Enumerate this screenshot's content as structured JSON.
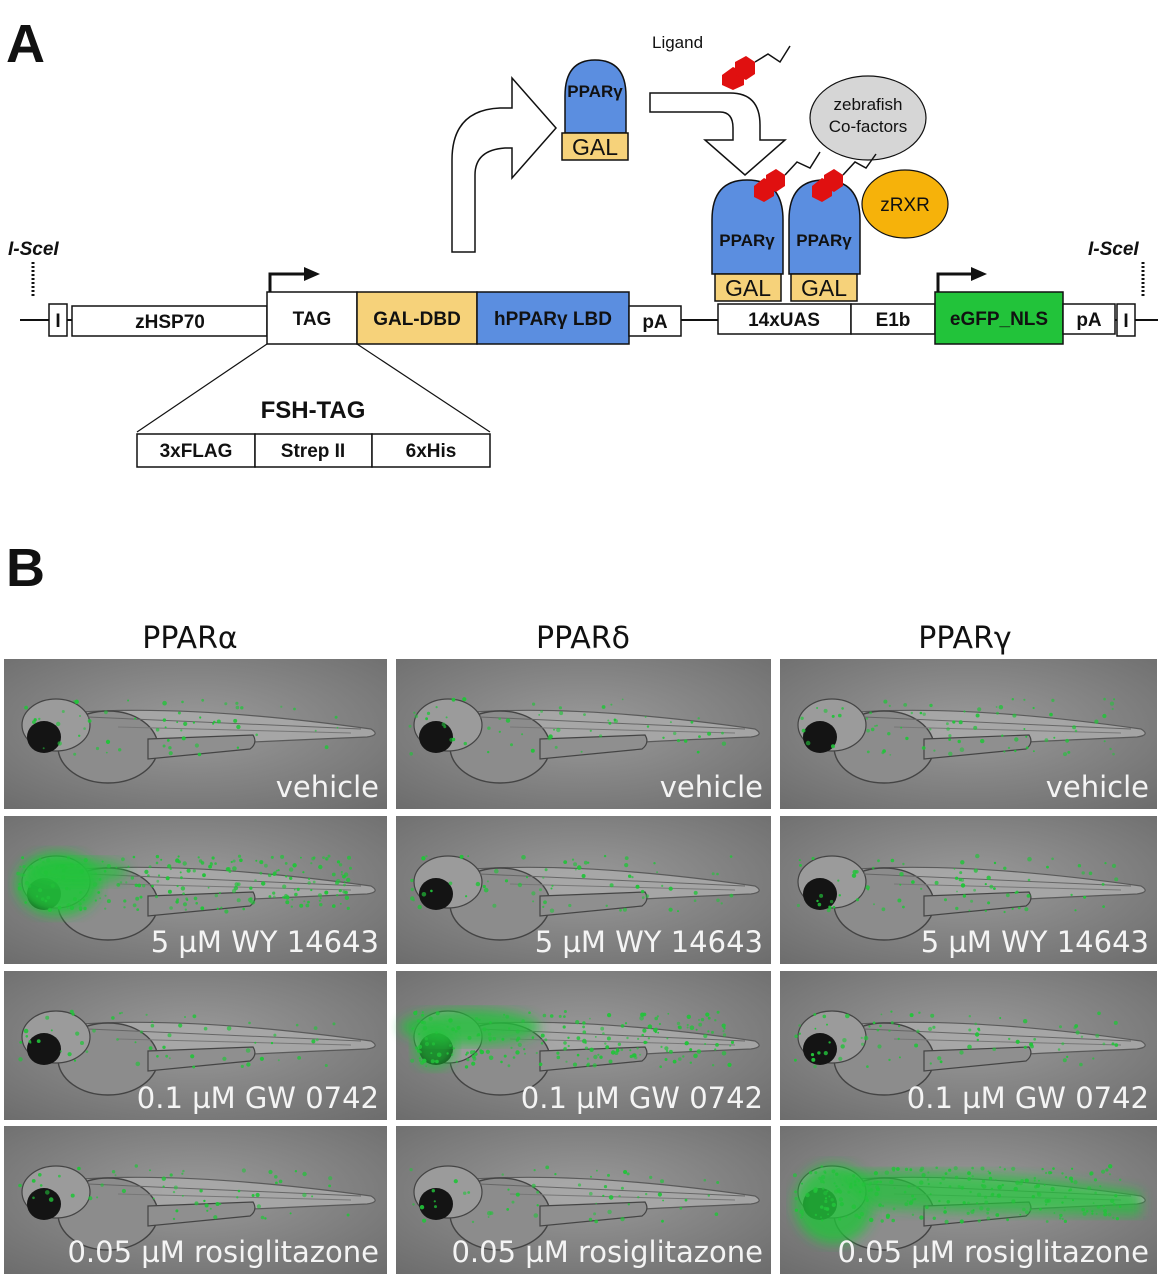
{
  "panel_a": {
    "letter": "A",
    "construct_left": {
      "site": "I-SceI",
      "boxes": [
        "I",
        "zHSP70",
        "TAG",
        "GAL-DBD",
        "hPPARγ LBD",
        "pA"
      ]
    },
    "construct_right": {
      "site": "I-SceI",
      "boxes": [
        "14xUAS",
        "E1b",
        "eGFP_NLS",
        "pA",
        "I"
      ]
    },
    "fsh_tag": {
      "title": "FSH-TAG",
      "parts": [
        "3xFLAG",
        "Strep II",
        "6xHis"
      ]
    },
    "protein": {
      "receptor": "PPARγ",
      "dbd": "GAL"
    },
    "ligand_label": "Ligand",
    "cofactors_line1": "zebrafish",
    "cofactors_line2": "Co-factors",
    "partner": "zRXR",
    "colors": {
      "gal": "#f6d27a",
      "ppar": "#5b8ee0",
      "egfp": "#22c33a",
      "rxr": "#f6b20a",
      "ligand": "#e01010",
      "cofactor": "#d6d6d6"
    }
  },
  "panel_b": {
    "letter": "B",
    "columns": [
      "PPARα",
      "PPARδ",
      "PPARγ"
    ],
    "rows": [
      "vehicle",
      "5 µM WY 14643",
      "0.1 µM GW 0742",
      "0.05 µM rosiglitazone"
    ],
    "induction_level": [
      [
        0.15,
        0.15,
        0.25
      ],
      [
        0.95,
        0.2,
        0.25
      ],
      [
        0.15,
        0.85,
        0.25
      ],
      [
        0.15,
        0.15,
        1.0
      ]
    ]
  }
}
